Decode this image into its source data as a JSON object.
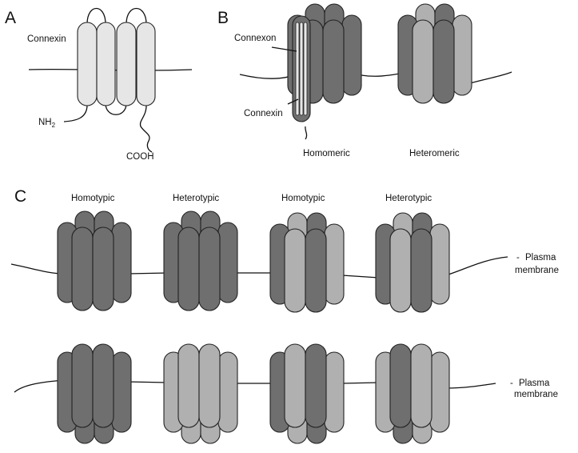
{
  "panels": {
    "a": "A",
    "b": "B",
    "c": "C"
  },
  "panel_a": {
    "connexin_label": "Connexin",
    "n_terminus": "NH",
    "n_terminus_subscript": "2",
    "c_terminus": "COOH"
  },
  "panel_b": {
    "connexon_label": "Connexon",
    "connexin_label": "Connexin",
    "homomeric_label": "Homomeric",
    "heteromeric_label": "Heteromeric"
  },
  "panel_c": {
    "labels": [
      "Homotypic",
      "Heterotypic",
      "Homotypic",
      "Heterotypic"
    ],
    "membrane_top": [
      "Plasma",
      "membrane"
    ],
    "membrane_bottom": [
      "Plasma",
      "membrane"
    ],
    "dash": "-"
  },
  "colors": {
    "dark_connexin": "#6f6f6f",
    "light_connexin": "#b0b0b0",
    "single_connexin": "#e6e6e6",
    "outline": "#222222"
  }
}
